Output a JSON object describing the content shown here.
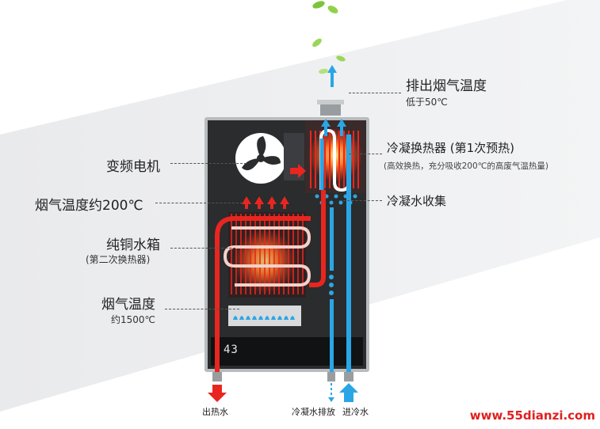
{
  "labels": {
    "exhaust_temp": "排出烟气温度",
    "exhaust_temp_value": "低于50℃",
    "inverter_motor": "变频电机",
    "condensing_hx": "冷凝换热器 (第1次预热)",
    "condensing_hx_desc": "(高效换热，充分吸收200℃的高废气温热量)",
    "flue_temp_200": "烟气温度约200℃",
    "condensate_collect": "冷凝水收集",
    "copper_tank": "纯铜水箱",
    "copper_tank_sub": "(第二次换热器)",
    "flue_temp": "烟气温度",
    "flue_temp_value": "约1500℃",
    "hot_water_out": "出热水",
    "condensate_drain": "冷凝水排放",
    "cold_water_in": "进冷水"
  },
  "display": {
    "digits": "43"
  },
  "watermark": "www.55dianzi.com",
  "colors": {
    "hot": "#e8261f",
    "cold": "#2aa6e6",
    "panel": "#2a2c2e",
    "frame": "#b9bcbf",
    "leaf": "#7cc43a"
  },
  "icons": [
    "fan-icon",
    "flame-icon",
    "leaf-icon",
    "arrow-up-icon",
    "arrow-down-icon"
  ]
}
